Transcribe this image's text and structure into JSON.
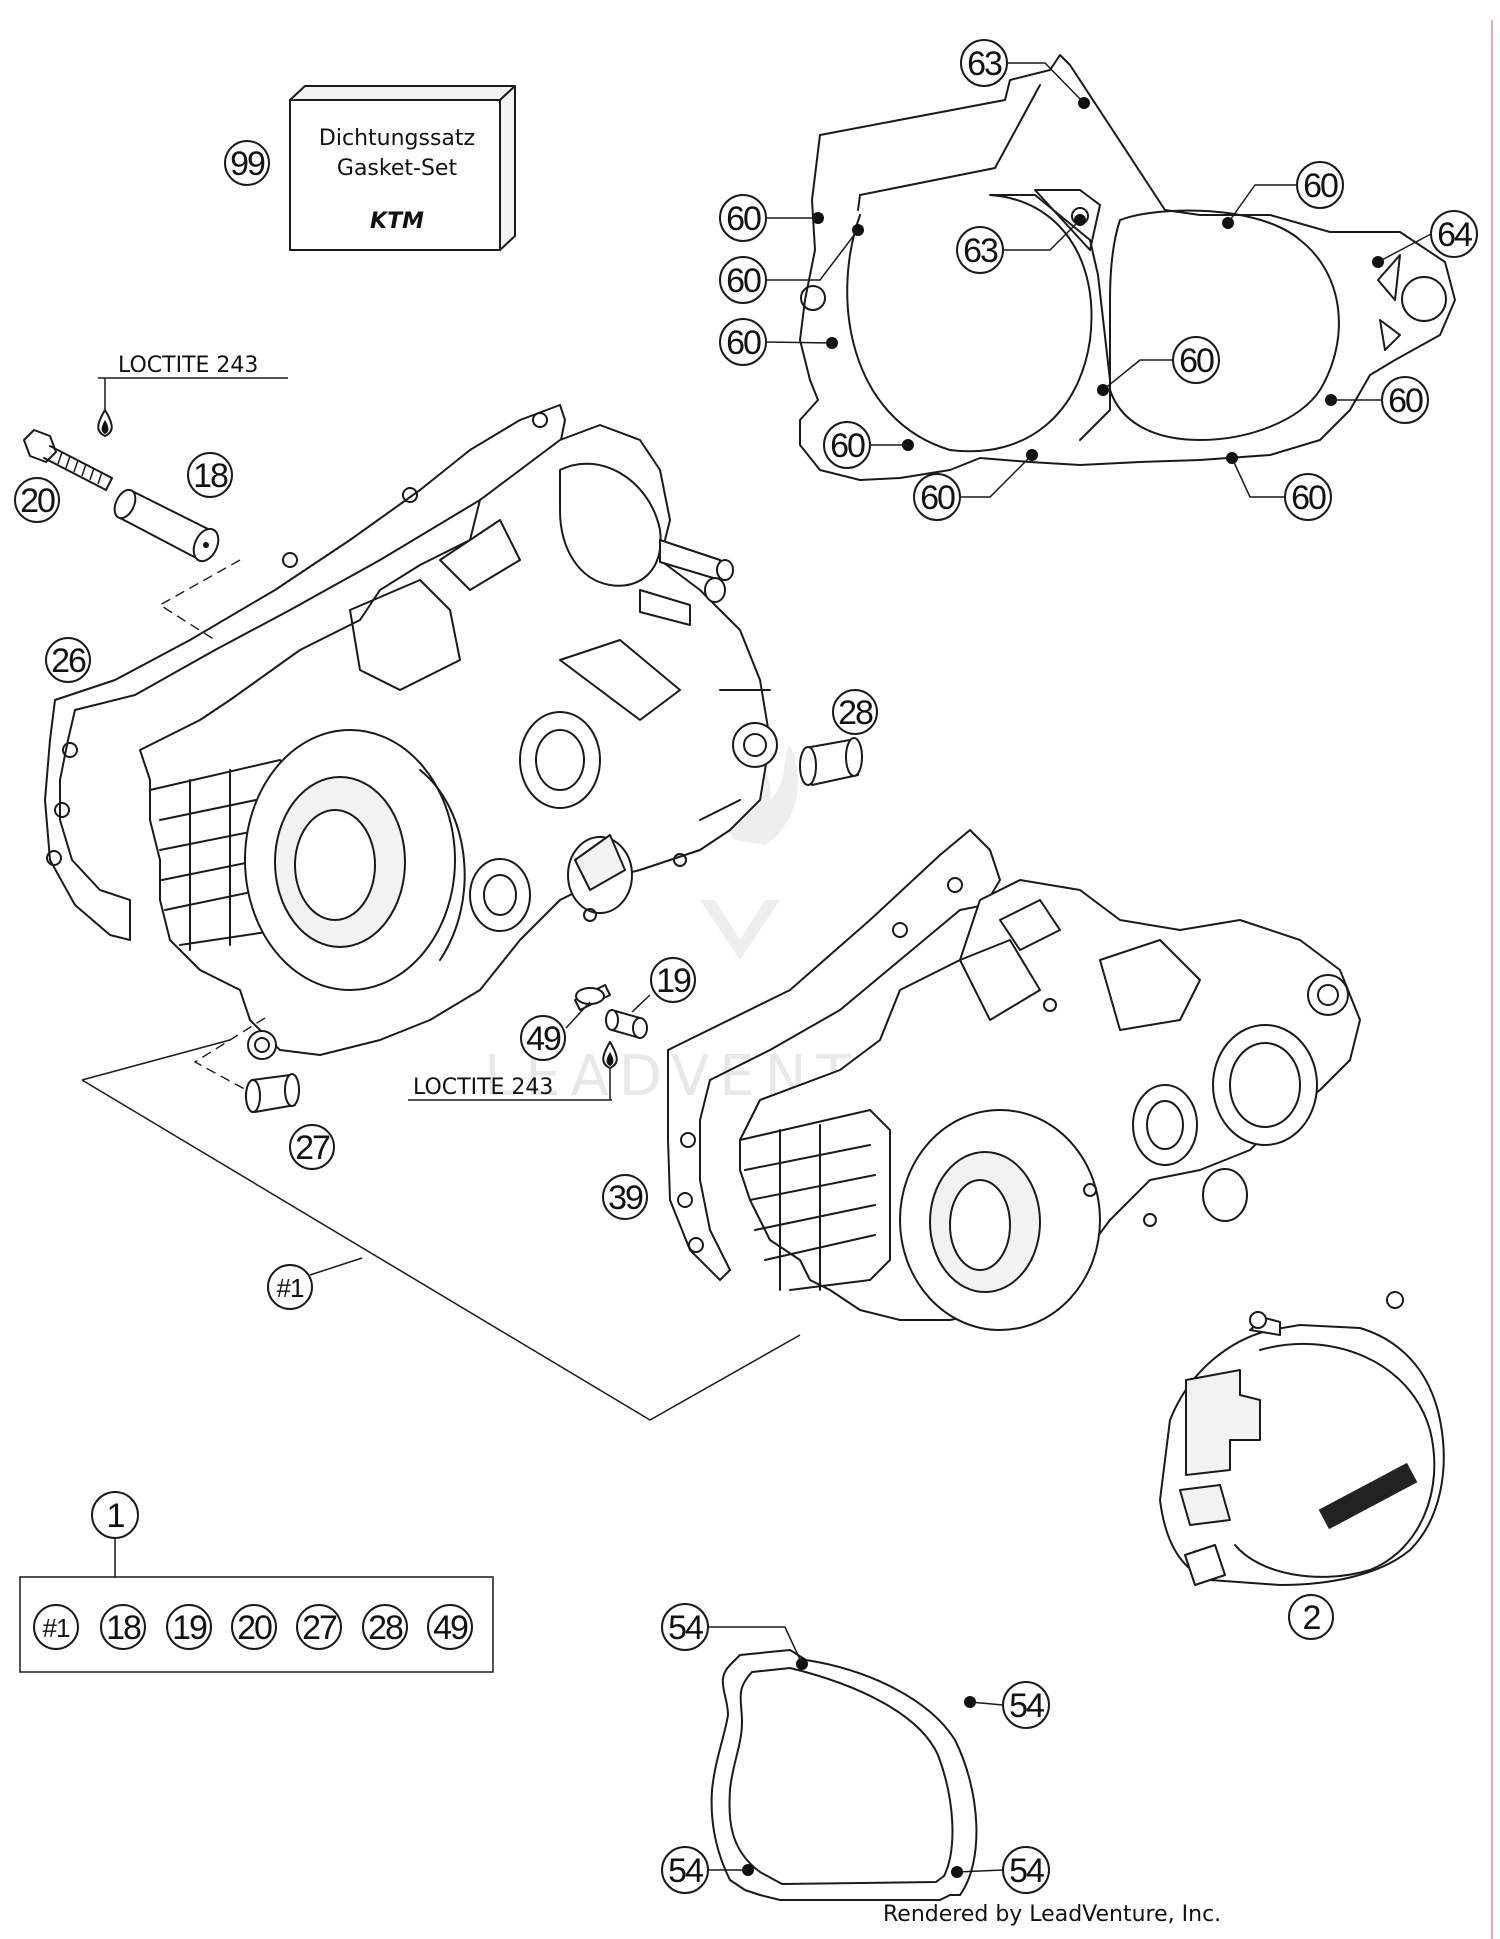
{
  "kit_box": {
    "line1": "Dichtungssatz",
    "line2": "Gasket-Set",
    "logo": "KTM"
  },
  "loctite_labels": [
    "LOCTITE 243",
    "LOCTITE 243"
  ],
  "callouts": {
    "c99": "99",
    "c20": "20",
    "c18": "18",
    "c26": "26",
    "c28": "28",
    "c27": "27",
    "c19": "19",
    "c49": "49",
    "c39": "39",
    "c1": "#1",
    "c2": "2",
    "c1kit": "1",
    "c63a": "63",
    "c63b": "63",
    "c64": "64",
    "c60a": "60",
    "c60b": "60",
    "c60c": "60",
    "c60d": "60",
    "c60e": "60",
    "c60f": "60",
    "c60g": "60",
    "c60h": "60",
    "c60i": "60",
    "c54a": "54",
    "c54b": "54",
    "c54c": "54",
    "c54d": "54"
  },
  "kit_contents": [
    "#1",
    "18",
    "19",
    "20",
    "27",
    "28",
    "49"
  ],
  "watermark": "LEADVENTURE",
  "credit": "Rendered by LeadVenture, Inc."
}
